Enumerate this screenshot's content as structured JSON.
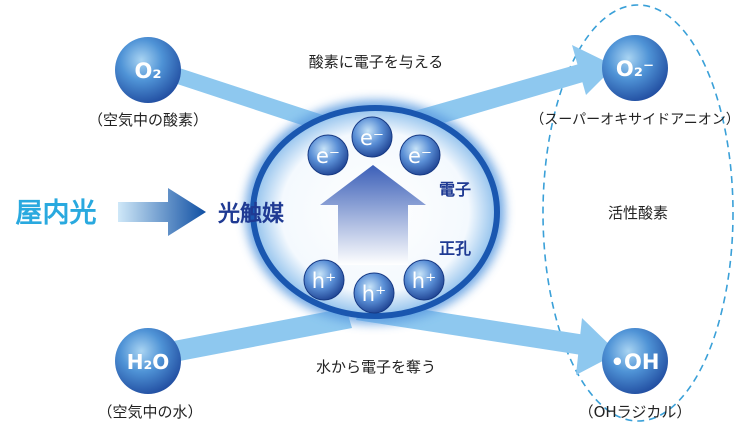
{
  "nodes": {
    "o2": {
      "label": "O₂",
      "caption": "（空気中の酸素）"
    },
    "h2o": {
      "label": "H₂O",
      "caption": "（空気中の水）"
    },
    "superoxide": {
      "label": "O₂⁻",
      "caption": "（スーパーオキサイドアニオン）"
    },
    "oh": {
      "label": "•OH",
      "caption": "（OHラジカル）"
    }
  },
  "arrows": {
    "top": "酸素に電子を与える",
    "bottom": "水から電子を奪う"
  },
  "input": {
    "light": "屋内光",
    "catalyst": "光触媒"
  },
  "center": {
    "electron_label": "電子",
    "hole_label": "正孔",
    "electrons": [
      "e⁻",
      "e⁻",
      "e⁻"
    ],
    "holes": [
      "h⁺",
      "h⁺",
      "h⁺"
    ]
  },
  "group": {
    "label": "活性酸素"
  },
  "colors": {
    "orb_dark": "#2a52a8",
    "orb_light": "#5aa8e0",
    "arrow_blue": "#8ec8ef",
    "light_text": "#29a9df",
    "catalyst_text": "#1f3a93",
    "dashed": "#3aa0d8",
    "ring": "#1a57b0"
  }
}
